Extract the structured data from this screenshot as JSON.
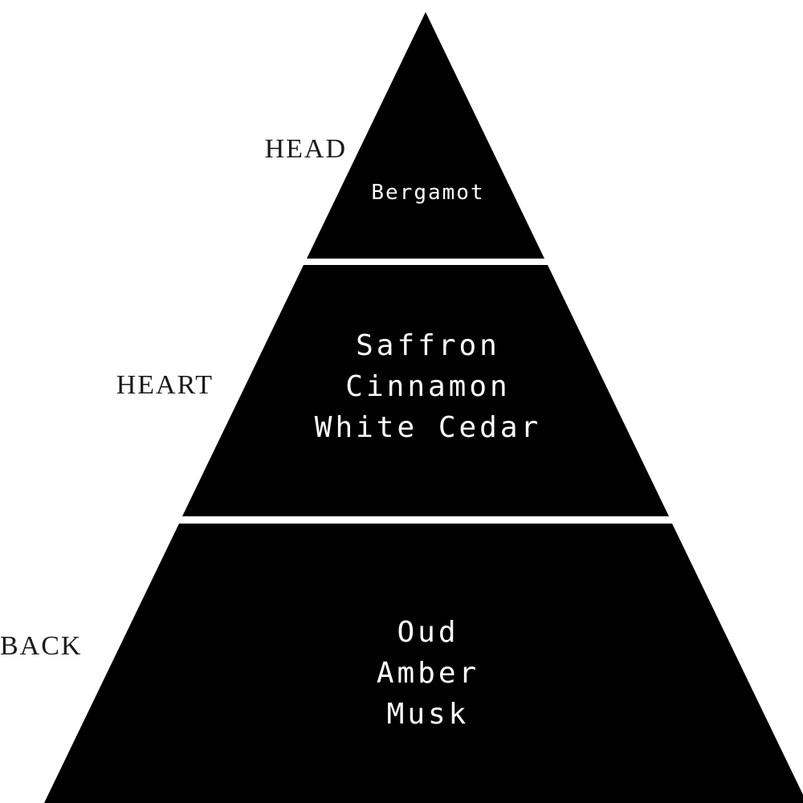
{
  "diagram": {
    "type": "fragrance-note-pyramid"
  },
  "colors": {
    "pyramid_fill": "#000000",
    "background": "#ffffff",
    "note_text": "#ffffff",
    "tier_label_text": "#1a1a1a"
  },
  "sections": [
    {
      "label": "HEAD",
      "notes": [
        "Bergamot"
      ]
    },
    {
      "label": "HEART",
      "notes": [
        "Saffron",
        "Cinnamon",
        "White Cedar"
      ]
    },
    {
      "label": "BACK",
      "notes": [
        "Oud",
        "Amber",
        "Musk"
      ]
    }
  ]
}
